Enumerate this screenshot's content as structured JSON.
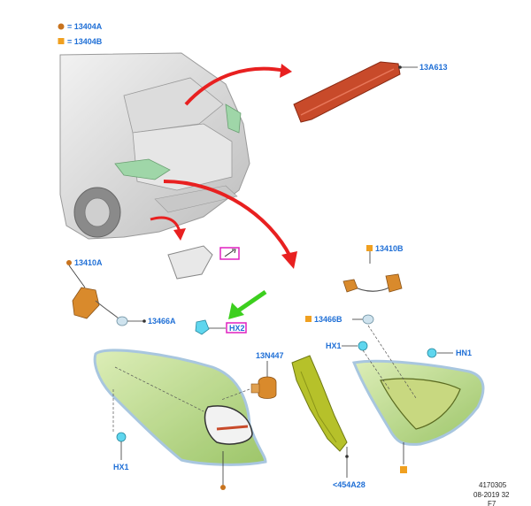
{
  "legend": [
    {
      "marker": "circle",
      "color": "#c8731e",
      "text": "= 13404A"
    },
    {
      "marker": "square",
      "color": "#f0a020",
      "text": "= 13404B"
    }
  ],
  "labels": {
    "part_13A613": "13A613",
    "part_13410A": "13410A",
    "part_13466A": "13466A",
    "part_HX2": "HX2",
    "part_13N447": "13N447",
    "part_HX1_left": "HX1",
    "part_454A28": "<454A28",
    "part_13410B": "13410B",
    "part_13466B": "13466B",
    "part_HX1_right": "HX1",
    "part_HN1": "HN1"
  },
  "footer": {
    "id": "4170305",
    "date": "08-2019 32",
    "sheet": "F7"
  },
  "colors": {
    "label_blue": "#1f6fd6",
    "arrow_red": "#e82020",
    "arrow_green": "#3ccf1e",
    "highlight_magenta": "#e020c0",
    "lamp_green": "#b8d87a",
    "bulb_cyan": "#5fd6ee",
    "connector_orange": "#d98a2c"
  }
}
